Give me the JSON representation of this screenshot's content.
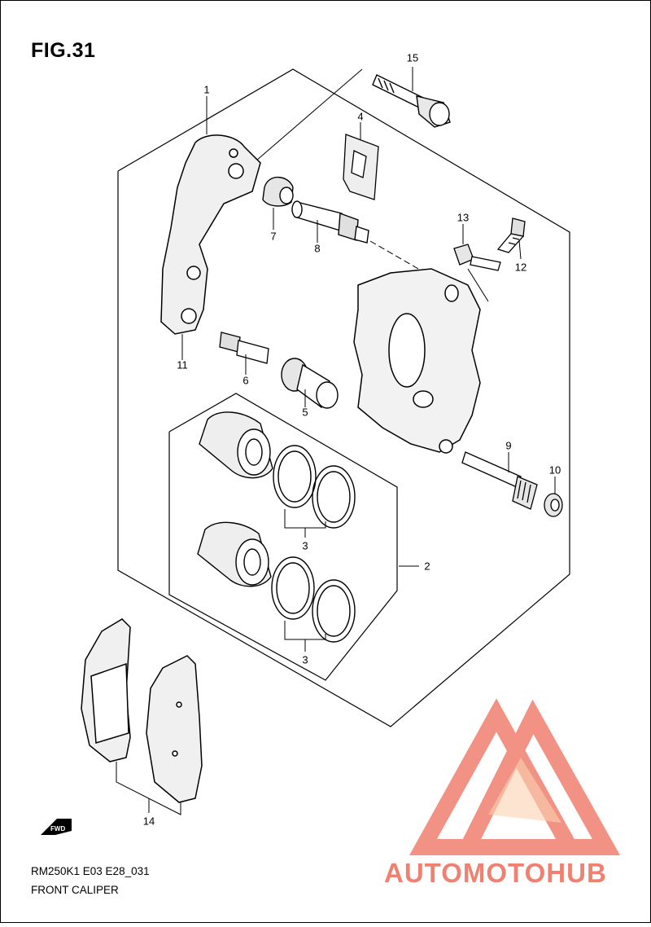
{
  "figure": {
    "title": "FIG.31",
    "model_code": "RM250K1 E03 E28_031",
    "name": "FRONT CALIPER"
  },
  "callouts": [
    {
      "id": "c1",
      "label": "1"
    },
    {
      "id": "c2",
      "label": "2"
    },
    {
      "id": "c3a",
      "label": "3"
    },
    {
      "id": "c3b",
      "label": "3"
    },
    {
      "id": "c4",
      "label": "4"
    },
    {
      "id": "c5",
      "label": "5"
    },
    {
      "id": "c6",
      "label": "6"
    },
    {
      "id": "c7",
      "label": "7"
    },
    {
      "id": "c8",
      "label": "8"
    },
    {
      "id": "c9",
      "label": "9"
    },
    {
      "id": "c10",
      "label": "10"
    },
    {
      "id": "c11",
      "label": "11"
    },
    {
      "id": "c12",
      "label": "12"
    },
    {
      "id": "c13",
      "label": "13"
    },
    {
      "id": "c14",
      "label": "14"
    },
    {
      "id": "c15",
      "label": "15"
    }
  ],
  "fwd_marker": "FWD",
  "watermark": {
    "brand_text": "AUTOMOTOHUB",
    "colors": {
      "primary": "#f08070",
      "light": "#f9c9a3",
      "dark": "#606060"
    }
  }
}
